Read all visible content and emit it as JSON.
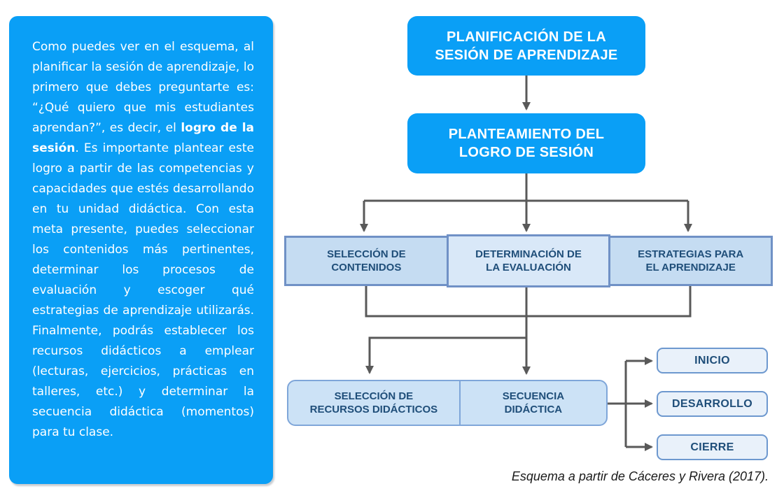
{
  "panel": {
    "text_before": "Como puedes ver en el esquema, al planificar la sesión de aprendizaje, lo primero que debes preguntarte es: “¿Qué quiero que mis estudiantes aprendan?”, es decir, el ",
    "text_bold": "logro de la sesión",
    "text_after": ". Es importante plantear este logro a partir de las competencias y capacidades que estés desarrollando en tu unidad didáctica. Con esta meta presente, puedes seleccionar los contenidos más pertinentes, determinar los procesos de evaluación y escoger qué estrategias de aprendizaje utilizarás. Finalmente, podrás establecer los recursos didácticos a emplear (lecturas, ejercicios, prácticas en talleres, etc.) y determinar la secuencia didáctica (momentos) para tu clase."
  },
  "flowchart": {
    "top_box": {
      "line1": "PLANIFICACIÓN DE LA",
      "line2": "SESIÓN DE APRENDIZAJE"
    },
    "second_box": {
      "line1": "PLANTEAMIENTO DEL",
      "line2": "LOGRO DE SESIÓN"
    },
    "middle_row": [
      {
        "line1": "SELECCIÓN DE",
        "line2": "CONTENIDOS"
      },
      {
        "line1": "DETERMINACIÓN DE",
        "line2": "LA EVALUACIÓN"
      },
      {
        "line1": "ESTRATEGIAS PARA",
        "line2": "EL APRENDIZAJE"
      }
    ],
    "bottom_row": [
      {
        "line1": "SELECCIÓN DE",
        "line2": "RECURSOS DIDÁCTICOS"
      },
      {
        "line1": "SECUENCIA",
        "line2": "DIDÁCTICA"
      }
    ],
    "moments": [
      "INICIO",
      "DESARROLLO",
      "CIERRE"
    ]
  },
  "caption": "Esquema a partir de Cáceres y Rivera (2017).",
  "colors": {
    "bright_blue": "#0A9FF6",
    "light_cell_fill": "#C5DCF2",
    "middle_cell_fill": "#D9E8F8",
    "bottom_cell_fill": "#CCE2F6",
    "moment_fill": "#E9F1FA",
    "navy_text": "#1F4E79",
    "group_border": "#7091C6",
    "box_border": "#7FA6D9",
    "connector_gray": "#595959",
    "white_text": "#FFFFFF"
  }
}
